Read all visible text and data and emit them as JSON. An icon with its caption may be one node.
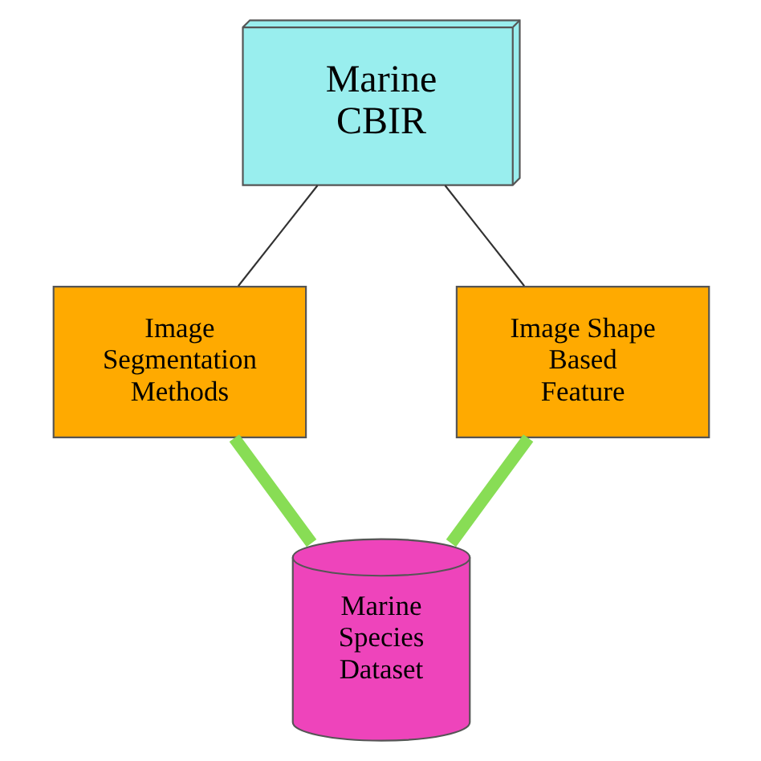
{
  "diagram": {
    "nodes": [
      {
        "text": [
          "Marine CBIR"
        ]
      },
      {
        "text": [
          "Image Segmentation Methods"
        ]
      },
      {
        "text": [
          "Image Shape Based Feature"
        ]
      },
      {
        "text": [
          "Marine Species Dataset"
        ]
      }
    ],
    "edges": [
      {
        "from": 0,
        "to": 1,
        "arrow": "none"
      },
      {
        "from": 0,
        "to": 2,
        "arrow": "none"
      },
      {
        "from": 1,
        "to": 3,
        "arrow": "none",
        "style": "thick",
        "color": "#88dd55"
      },
      {
        "from": 2,
        "to": 3,
        "arrow": "none",
        "style": "thick",
        "color": "#88dd55"
      }
    ]
  }
}
